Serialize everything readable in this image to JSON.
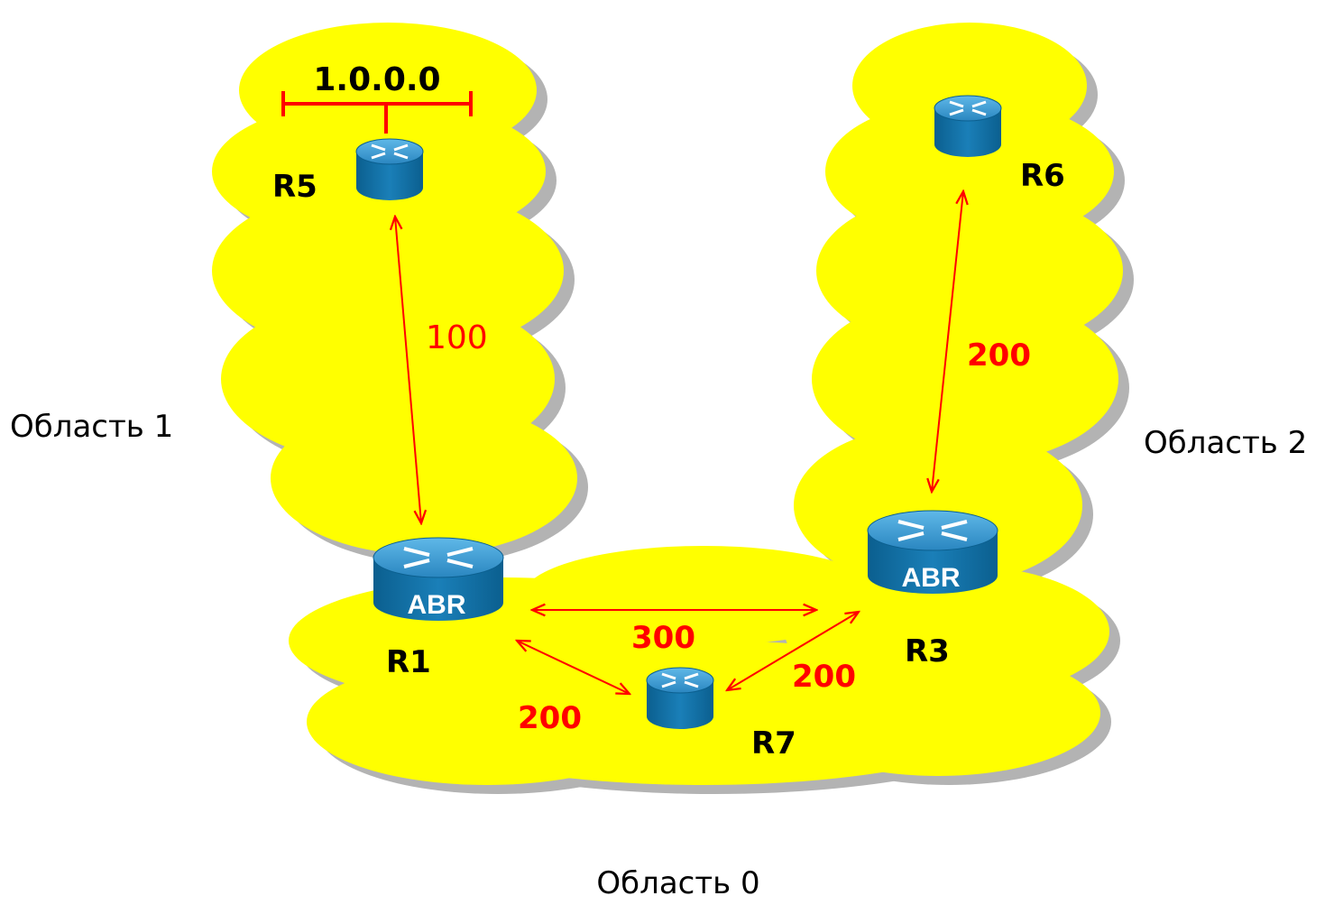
{
  "areas": {
    "area1": "Область 1",
    "area2": "Область 2",
    "area0": "Область 0"
  },
  "routers": {
    "r5": "R5",
    "r6": "R6",
    "r1": "R1",
    "r3": "R3",
    "r7": "R7",
    "abr_badge": "ABR"
  },
  "network": {
    "label": "1.0.0.0"
  },
  "links": {
    "r5_r1": "100",
    "r6_r3": "200",
    "r1_r3": "300",
    "r1_r7": "200",
    "r3_r7": "200"
  },
  "colors": {
    "cloud_fill": "#ffff00",
    "cloud_shadow": "#b3b3b3",
    "link": "#ff0000",
    "router_top": "#3fa0d6",
    "router_body": "#0f6a9f"
  },
  "icons": {
    "router": "router-icon",
    "abr_router": "abr-router-icon"
  }
}
